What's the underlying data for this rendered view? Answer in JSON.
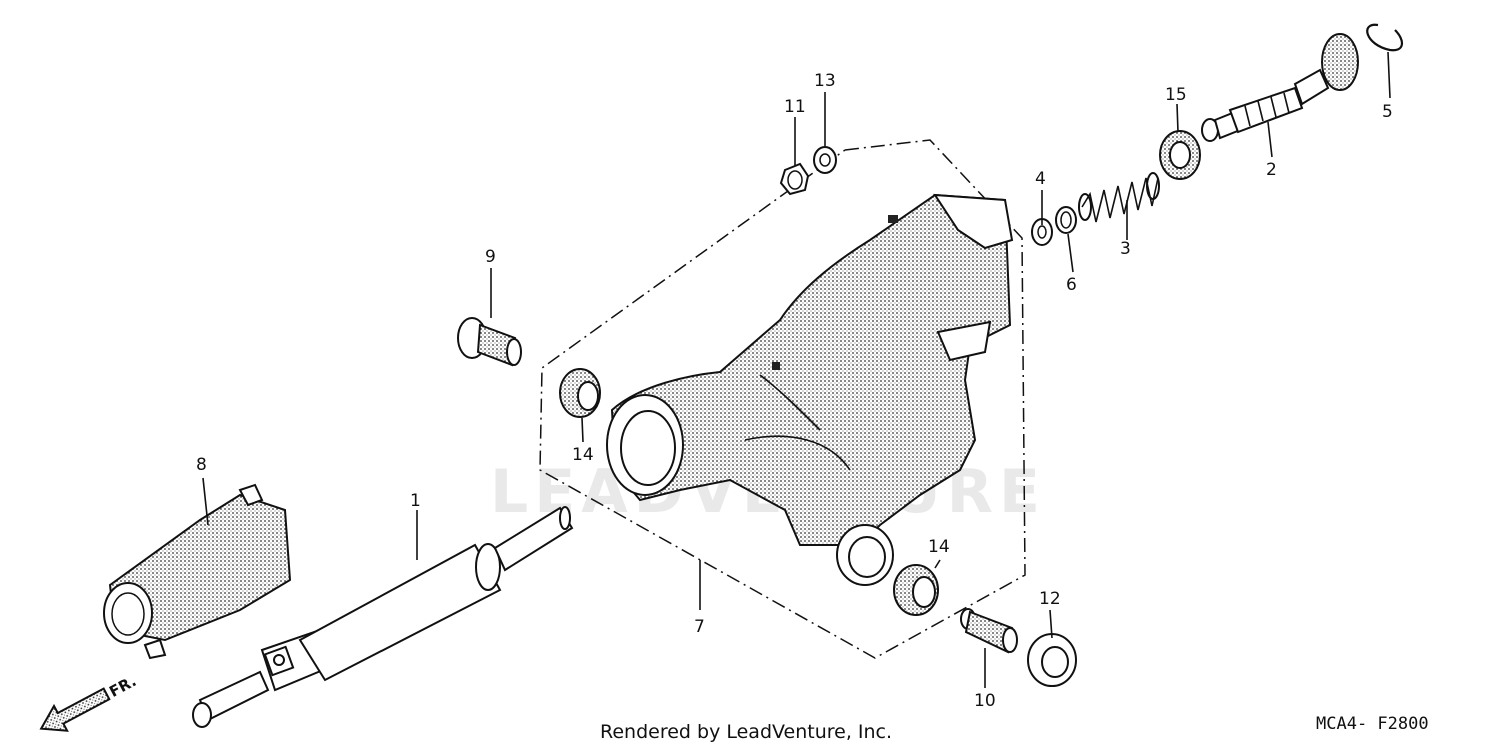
{
  "watermark": "LEADVENTURE",
  "footer_credit": "Rendered by LeadVenture, Inc.",
  "diagram_code": "MCA4- F2800",
  "front_arrow_label": "FR.",
  "callouts": {
    "p1": "1",
    "p2": "2",
    "p3": "3",
    "p4": "4",
    "p5": "5",
    "p6": "6",
    "p7": "7",
    "p8": "8",
    "p9": "9",
    "p10": "10",
    "p11": "11",
    "p12": "12",
    "p13": "13",
    "p14a": "14",
    "p14b": "14",
    "p15": "15"
  }
}
